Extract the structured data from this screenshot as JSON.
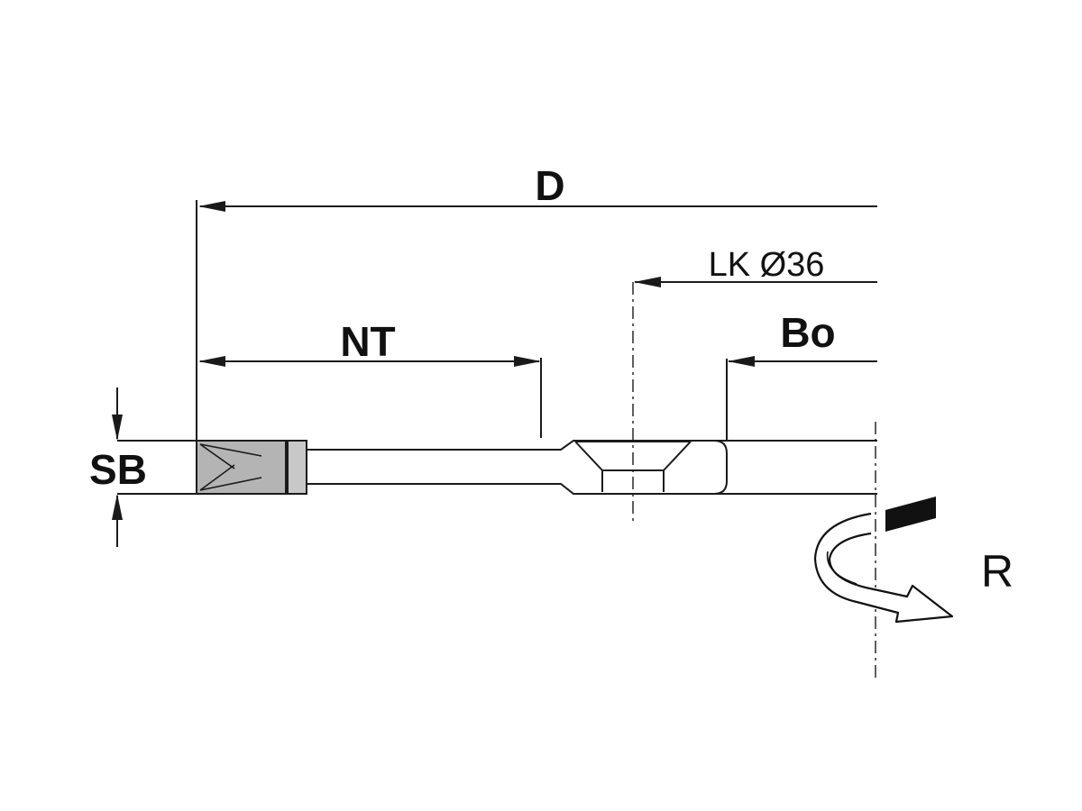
{
  "labels": {
    "diameter": "D",
    "bolt_circle": "LK Ø36",
    "bore": "Bo",
    "cutting_depth": "NT",
    "cutting_width": "SB",
    "rotation": "R"
  },
  "colors": {
    "line": "#1a1a1a",
    "carbide_tip": "#b4b4b4",
    "tip_band": "#c8c8c8",
    "background": "#ffffff"
  },
  "icons": {
    "rotation_arrow": "curved-rotation-arrow-icon"
  }
}
